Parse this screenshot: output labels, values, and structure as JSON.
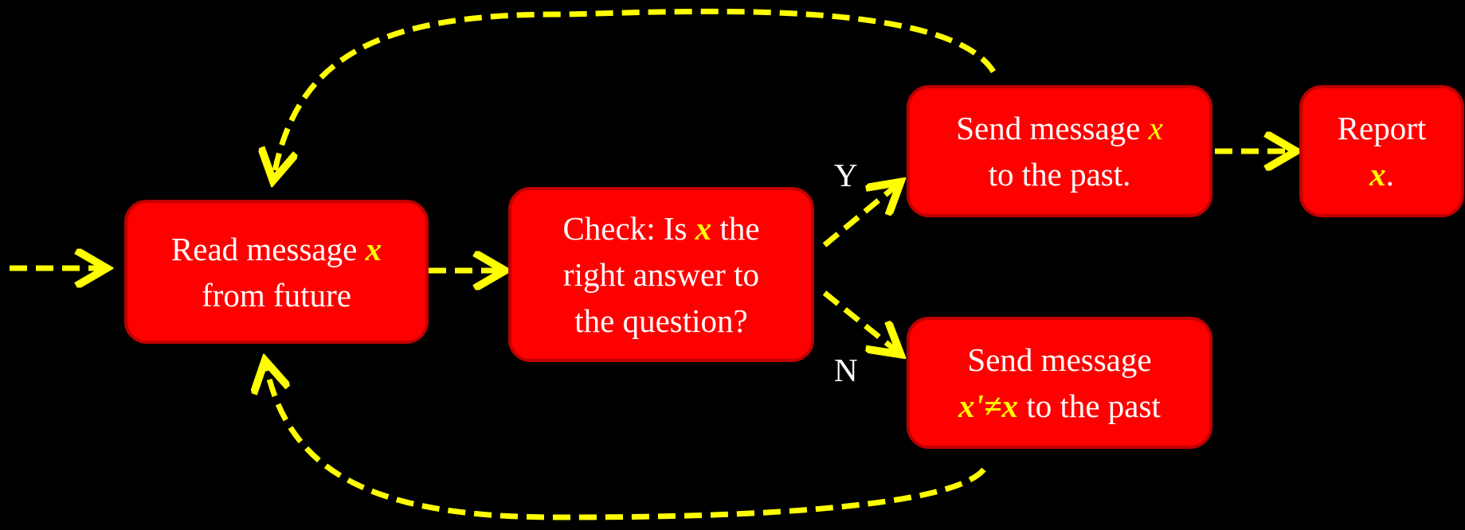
{
  "colors": {
    "background": "#000000",
    "box_fill": "#ff0000",
    "box_border": "#c00000",
    "box_text": "#ffffff",
    "variable": "#ffff00",
    "arrow": "#ffff00"
  },
  "nodes": {
    "read": {
      "line1_prefix": "Read message ",
      "line1_var": "x",
      "line2": "from future"
    },
    "check": {
      "line1_prefix": "Check:  Is ",
      "line1_var": "x",
      "line1_suffix": " the",
      "line2": "right answer to",
      "line3": "the question?"
    },
    "send_x": {
      "line1_prefix": "Send message ",
      "line1_var": "x",
      "line2": "to the past."
    },
    "report": {
      "line1": "Report",
      "line2_var": "x",
      "line2_suffix": "."
    },
    "send_x_prime": {
      "line1": "Send message",
      "line2_var": "x'≠x",
      "line2_suffix": " to the past"
    }
  },
  "branches": {
    "yes": "Y",
    "no": "N"
  }
}
